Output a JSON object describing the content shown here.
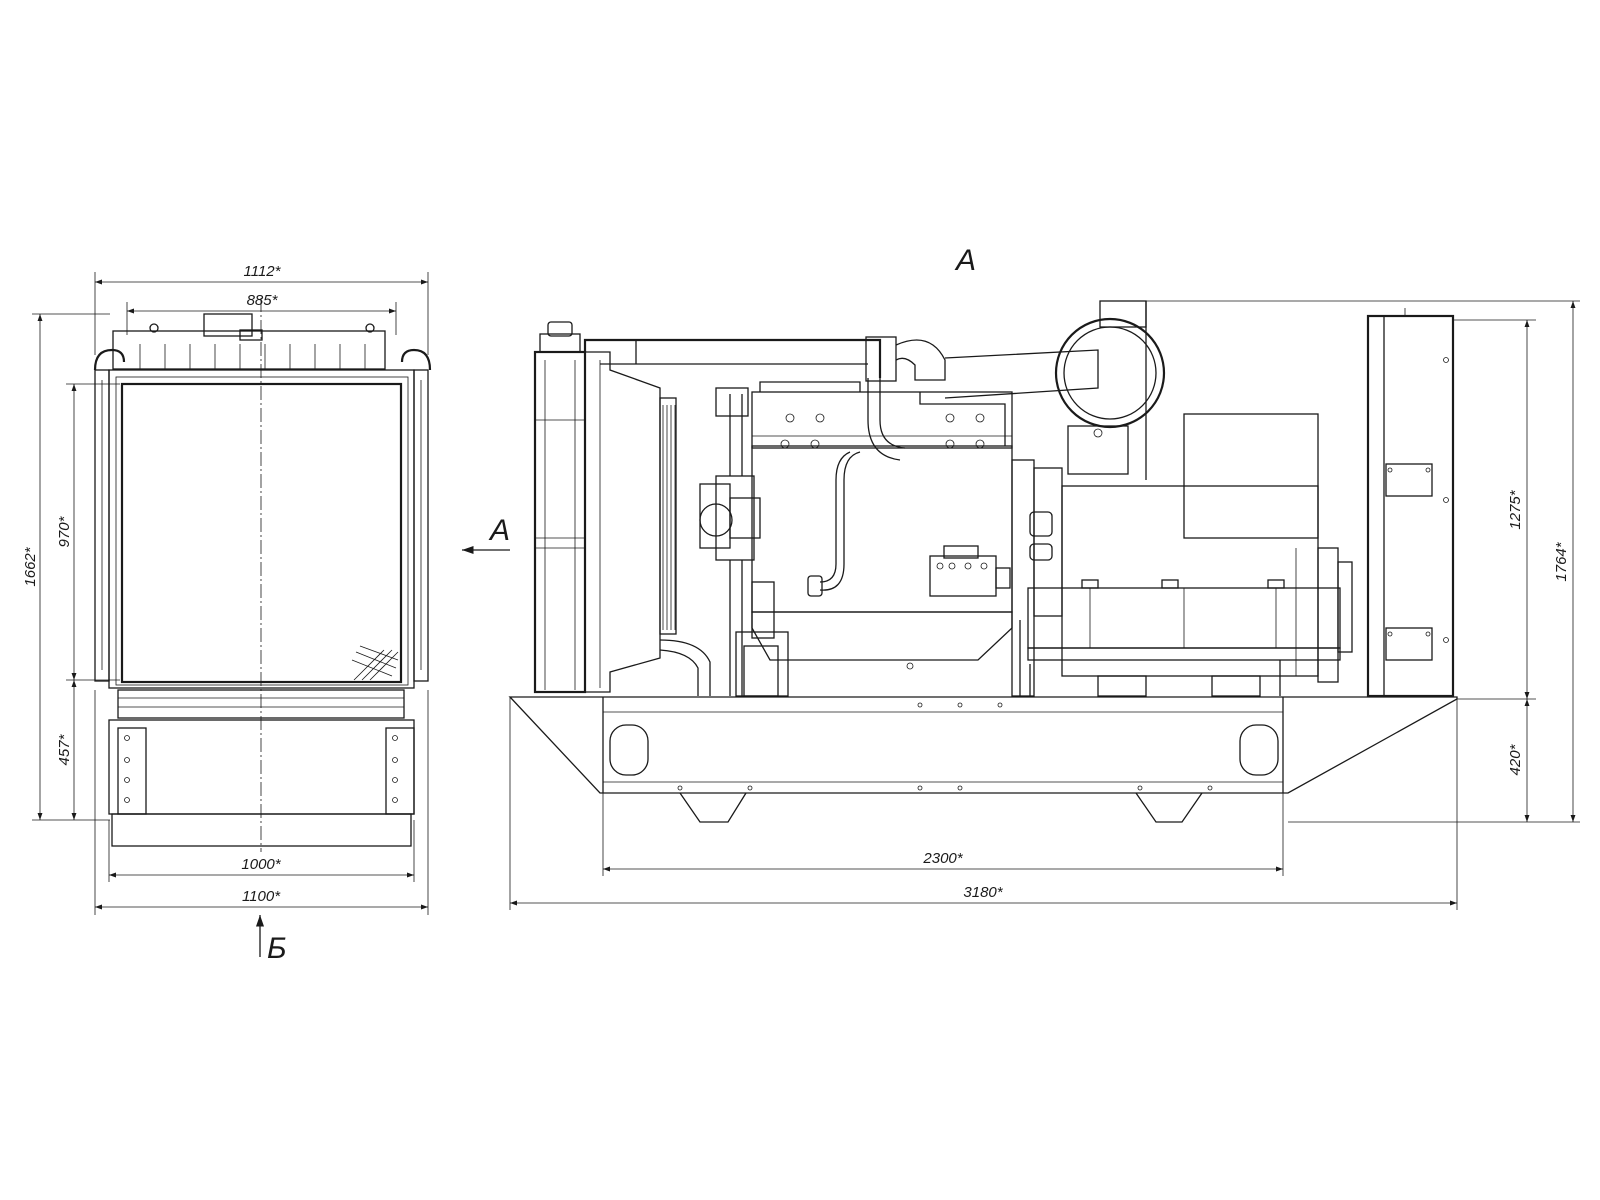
{
  "views": {
    "top_label": "А",
    "side_arrow_label": "А",
    "bottom_arrow_label": "Б"
  },
  "dimensions": {
    "front_width_outer": "1112*",
    "front_width_inner": "885*",
    "front_height_total": "1662*",
    "front_height_radiator": "970*",
    "front_height_base": "457*",
    "front_base_width": "1000*",
    "front_overall_width": "1100*",
    "side_frame_length": "2300*",
    "side_overall_length": "3180*",
    "side_height_upper": "1275*",
    "side_height_total": "1764*",
    "side_height_base": "420*"
  }
}
